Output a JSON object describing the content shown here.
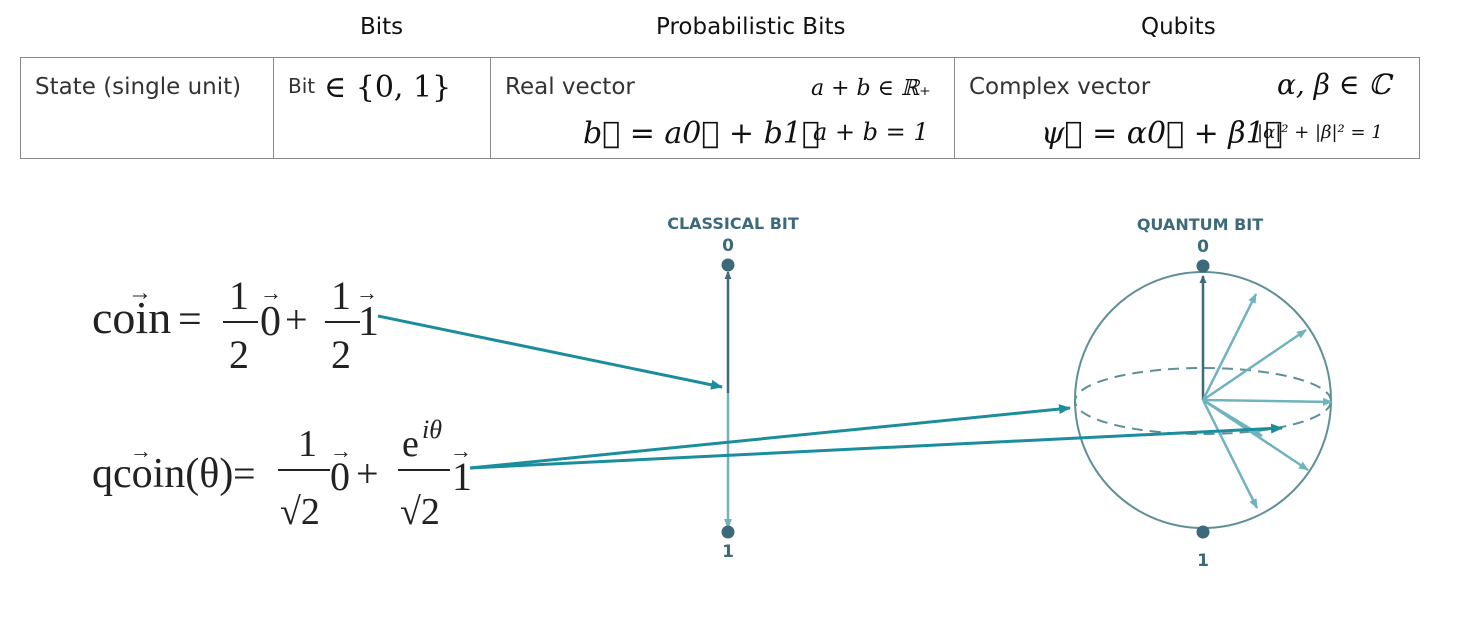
{
  "headers": {
    "bits": "Bits",
    "pbits": "Probabilistic Bits",
    "qubits": "Qubits"
  },
  "row": {
    "label": "State (single unit)",
    "bits": {
      "text": "Bit",
      "math": "∈ {0, 1}"
    },
    "pbits": {
      "text": "Real vector",
      "cond1": "a + b ∈ ℝ₊",
      "eq": "b⃗ = a0⃗ + b1⃗",
      "cond2": "a + b = 1"
    },
    "qubits": {
      "text": "Complex vector",
      "cond1": "α, β ∈ ℂ",
      "eq": "ψ⃗ = α0⃗ + β1⃗",
      "cond2": "|α|² + |β|² = 1"
    }
  },
  "classical": {
    "title": "CLASSICAL BIT",
    "top": "0",
    "bottom": "1"
  },
  "quantum": {
    "title": "QUANTUM BIT",
    "top": "0",
    "bottom": "1"
  },
  "coin": {
    "lhs": "coin",
    "eq": "=",
    "num1": "1",
    "den1": "2",
    "v0": "0",
    "plus": "+",
    "num2": "1",
    "den2": "2",
    "v1": "1"
  },
  "qcoin": {
    "lhs": "qcoin(θ)",
    "eq": "=",
    "num1": "1",
    "den1": "√2",
    "v0": "0",
    "plus": "+",
    "num2": "e",
    "sup": "iθ",
    "den2": "√2",
    "v1": "1"
  },
  "colors": {
    "accent": "#1b8d9c",
    "light": "#6fb3bd",
    "dark": "#3d6a7a",
    "border": "#8a8a8a"
  }
}
